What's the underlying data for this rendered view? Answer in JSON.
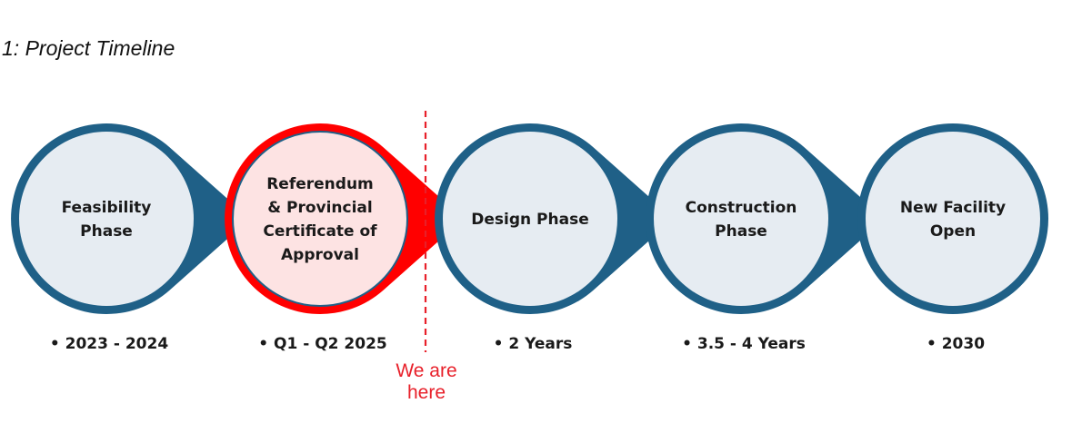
{
  "title": "1: Project Timeline",
  "colors": {
    "ring": "#1f6087",
    "fill": "#e6ecf2",
    "current_ring": "#ff0000",
    "current_fill": "#fde3e3",
    "marker": "#e8202a"
  },
  "phases": [
    {
      "lines": [
        "Feasibility",
        "Phase"
      ],
      "date": "• 2023 - 2024",
      "current": false
    },
    {
      "lines": [
        "Referendum",
        "& Provincial",
        "Certificate of",
        "Approval"
      ],
      "date": "• Q1 - Q2 2025",
      "current": true
    },
    {
      "lines": [
        "Design Phase"
      ],
      "date": "• 2 Years",
      "current": false
    },
    {
      "lines": [
        "Construction",
        "Phase"
      ],
      "date": "• 3.5 - 4 Years",
      "current": false
    },
    {
      "lines": [
        "New Facility",
        "Open"
      ],
      "date": "• 2030",
      "current": false
    }
  ],
  "marker": {
    "lines": [
      "We are",
      "here"
    ]
  }
}
